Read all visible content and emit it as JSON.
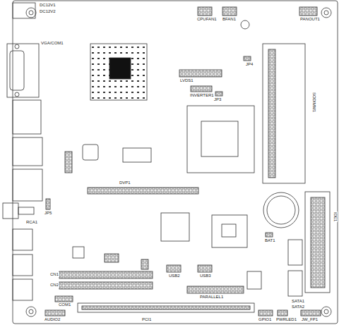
{
  "diagram": {
    "labels": [
      "DC12V1",
      "DC12V2",
      "VGA/COM1",
      "CPUFAN1",
      "BFAN1",
      "PANOUT1",
      "JP4",
      "LVDS1",
      "INVERTER1",
      "JP3",
      "SODIMM1",
      "DVP1",
      "JP5",
      "RCA1",
      "BAT1",
      "IDE1",
      "CN1",
      "CN2",
      "COM1",
      "USB2",
      "USB3",
      "PARALLEL1",
      "SATA1",
      "SATA2",
      "AUDIO2",
      "PCI1",
      "GPIO1",
      "PWRLED1",
      "JW_FP1"
    ]
  }
}
